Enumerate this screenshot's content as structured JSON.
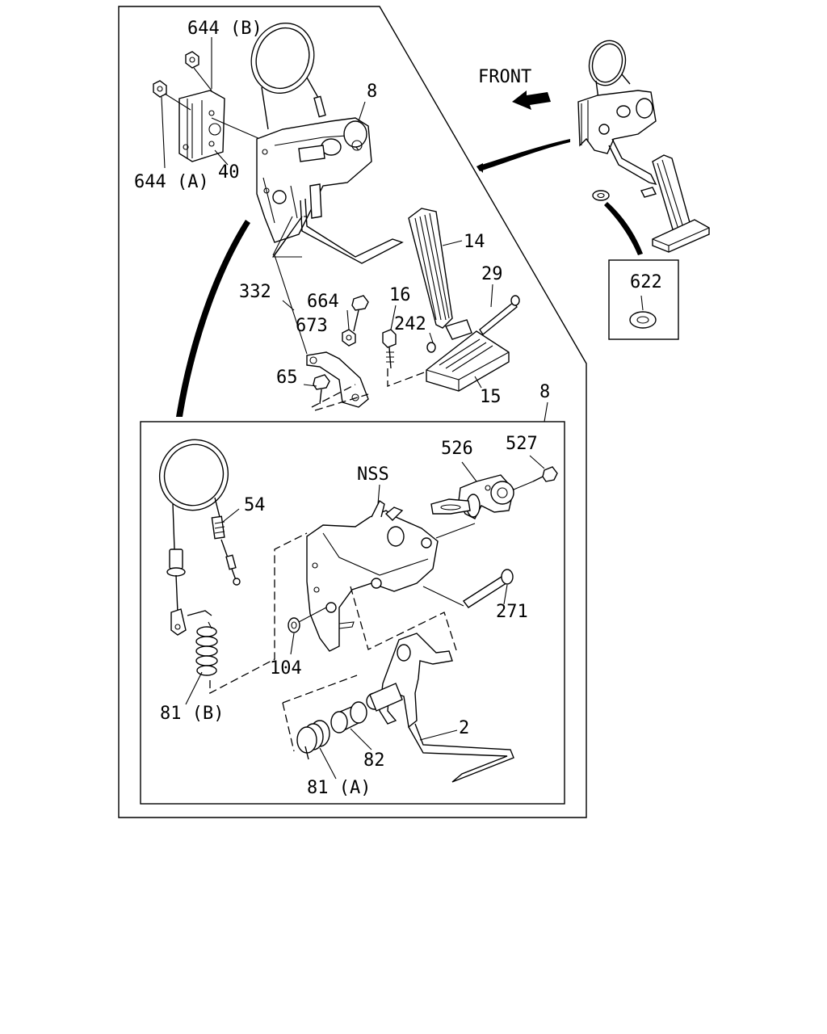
{
  "diagram": {
    "front_label": "FRONT",
    "labels": {
      "p644b": "644 (B)",
      "p644a": "644 (A)",
      "p40": "40",
      "p8_top": "8",
      "p14": "14",
      "p29": "29",
      "p16": "16",
      "p242": "242",
      "p15": "15",
      "p332": "332",
      "p664": "664",
      "p673": "673",
      "p65": "65",
      "p8_detail": "8",
      "p622": "622",
      "p526": "526",
      "p527": "527",
      "nss": "NSS",
      "p54": "54",
      "p271": "271",
      "p104": "104",
      "p81b": "81 (B)",
      "p2": "2",
      "p82": "82",
      "p81a": "81 (A)"
    }
  }
}
